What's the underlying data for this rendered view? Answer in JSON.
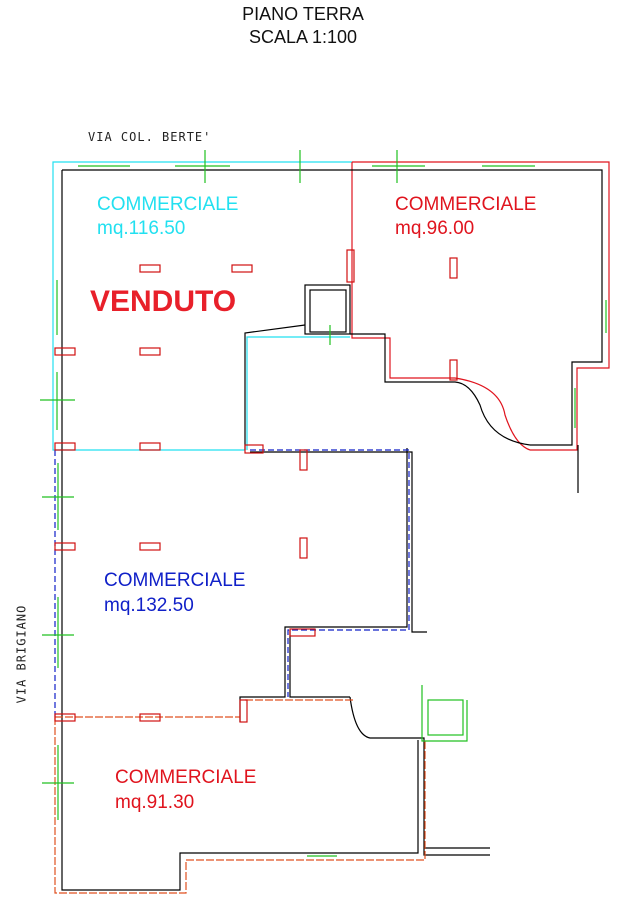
{
  "header": {
    "title": "PIANO TERRA",
    "scale": "SCALA 1:100"
  },
  "streets": {
    "top": "VIA COL. BERTE'",
    "left": "VIA BRIGIANO"
  },
  "units": [
    {
      "type": "COMMERCIALE",
      "area": "mq.116.50",
      "color": "#22e0f0",
      "status": "VENDUTO"
    },
    {
      "type": "COMMERCIALE",
      "area": "mq.96.00",
      "color": "#e0141e"
    },
    {
      "type": "COMMERCIALE",
      "area": "mq.132.50",
      "color": "#1020c8"
    },
    {
      "type": "COMMERCIALE",
      "area": "mq.91.30",
      "color": "#e0141e"
    }
  ],
  "colors": {
    "wall": "#000000",
    "window": "#20c020",
    "pillar": "#d01010",
    "sold": "#e8202a"
  }
}
